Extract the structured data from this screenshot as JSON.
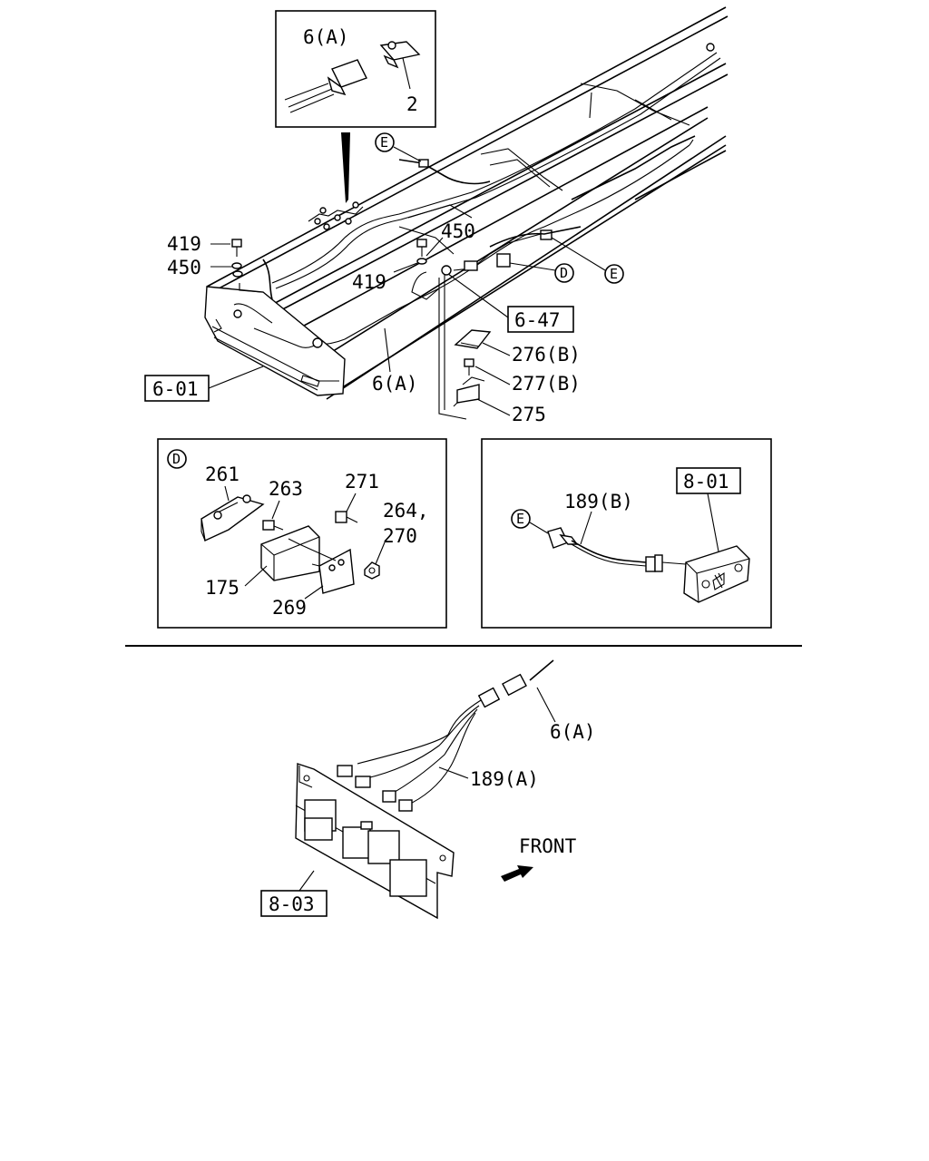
{
  "top": {
    "inset": {
      "part_a": "6(A)",
      "part_2": "2"
    },
    "callouts": {
      "c419_left": "419",
      "c450_left": "450",
      "c450_mid": "450",
      "c419_mid": "419",
      "c6a": "6(A)",
      "c276b": "276(B)",
      "c277b": "277(B)",
      "c275": "275"
    },
    "refs": {
      "r601": "6-01",
      "r647": "6-47"
    },
    "markers": {
      "e_top": "E",
      "e_right": "E",
      "d_right": "D"
    }
  },
  "detail_d": {
    "marker": "D",
    "callouts": {
      "c261": "261",
      "c263": "263",
      "c271": "271",
      "c264": "264,",
      "c270": "270",
      "c175": "175",
      "c269": "269"
    }
  },
  "detail_e": {
    "marker": "E",
    "c189b": "189(B)",
    "ref": "8-01"
  },
  "bottom": {
    "c6a": "6(A)",
    "c189a": "189(A)",
    "ref": "8-03",
    "front": "FRONT"
  }
}
